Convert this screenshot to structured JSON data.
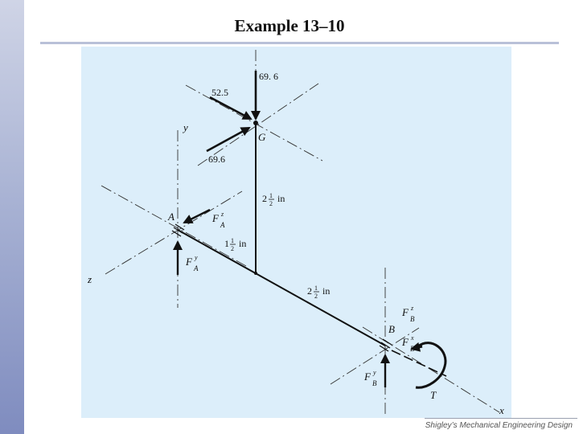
{
  "slide": {
    "title": "Example 13–10",
    "footer": "Shigley’s Mechanical Engineering Design"
  },
  "figure": {
    "loads": {
      "g_vertical": "69. 6",
      "g_upper_left": "52.5",
      "g_lower_left": "69.6"
    },
    "points": {
      "a": "A",
      "b": "B",
      "g": "G"
    },
    "axes": {
      "x": "x",
      "y": "y",
      "z": "z"
    },
    "dimensions": {
      "shaft_to_g": {
        "whole": "2",
        "num": "1",
        "den": "2",
        "unit": "in"
      },
      "a_to_shaft": {
        "whole": "1",
        "num": "1",
        "den": "2",
        "unit": "in"
      },
      "shaft_to_b": {
        "whole": "2",
        "num": "1",
        "den": "2",
        "unit": "in"
      }
    },
    "forces": {
      "fa_z": {
        "main": "F",
        "sup": "z",
        "sub": "A"
      },
      "fa_y": {
        "main": "F",
        "sup": "y",
        "sub": "A"
      },
      "fb_z": {
        "main": "F",
        "sup": "z",
        "sub": "B"
      },
      "fb_x": {
        "main": "F",
        "sup": "x",
        "sub": "B"
      },
      "fb_y": {
        "main": "F",
        "sup": "y",
        "sub": "B"
      }
    },
    "torque": "T"
  }
}
